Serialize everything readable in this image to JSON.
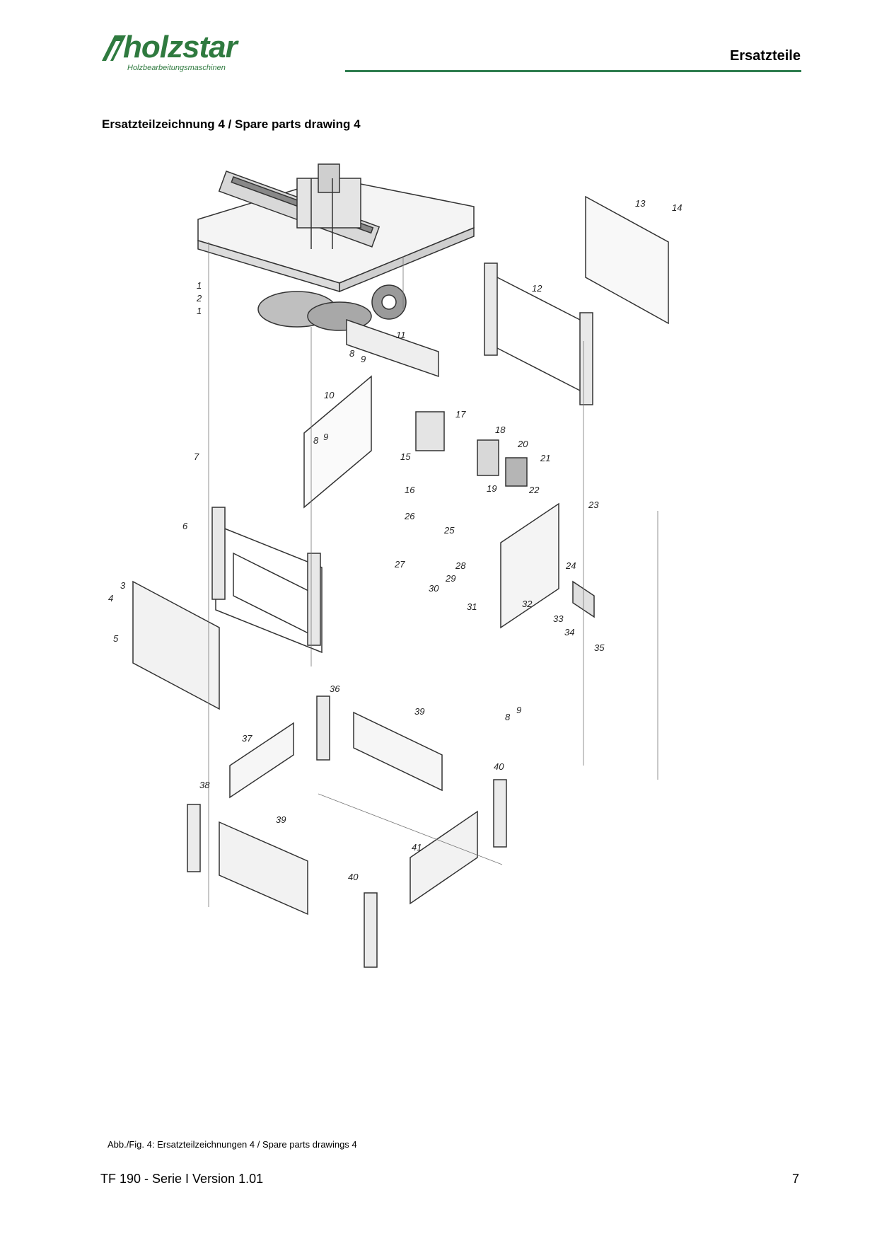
{
  "header": {
    "brand": "holzstar",
    "brand_tagline": "Holzbearbeitungsmaschinen",
    "section_title": "Ersatzteile",
    "rule_color": "#2e7d4f",
    "brand_color": "#2f7a3f"
  },
  "page_heading": "Ersatzteilzeichnung 4 / Spare parts drawing 4",
  "drawing": {
    "part_numbers": [
      "1",
      "2",
      "1",
      "3",
      "4",
      "5",
      "6",
      "7",
      "8",
      "9",
      "10",
      "8",
      "9",
      "11",
      "12",
      "13",
      "14",
      "15",
      "16",
      "17",
      "18",
      "19",
      "20",
      "21",
      "22",
      "23",
      "24",
      "25",
      "26",
      "27",
      "28",
      "29",
      "30",
      "31",
      "32",
      "33",
      "34",
      "35",
      "8",
      "9",
      "36",
      "37",
      "38",
      "39",
      "39",
      "40",
      "40",
      "41"
    ]
  },
  "caption": "Abb./Fig. 4: Ersatzteilzeichnungen 4  / Spare parts drawings 4",
  "footer": {
    "doc_version": "TF 190 - Serie I Version 1.01",
    "page_number": "7"
  }
}
